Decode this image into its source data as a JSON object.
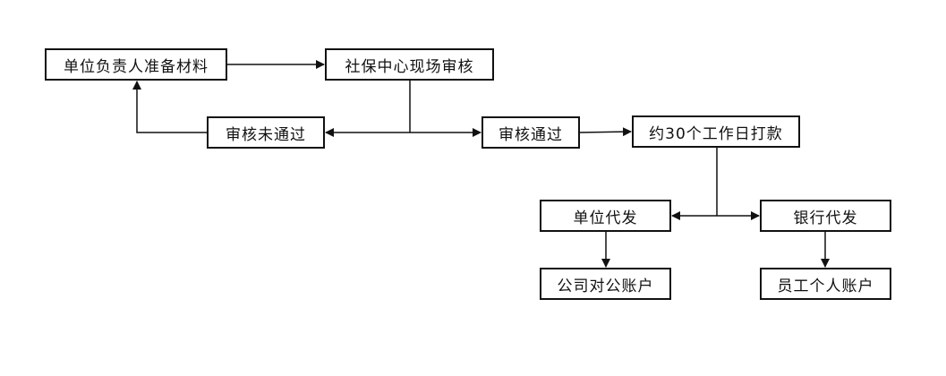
{
  "nodes": {
    "prepare": "单位负责人准备材料",
    "review": "社保中心现场审核",
    "rejected": "审核未通过",
    "approved": "审核通过",
    "payment": "约30个工作日打款",
    "unit_pay": "单位代发",
    "bank_pay": "银行代发",
    "company_account": "公司对公账户",
    "employee_account": "员工个人账户"
  }
}
